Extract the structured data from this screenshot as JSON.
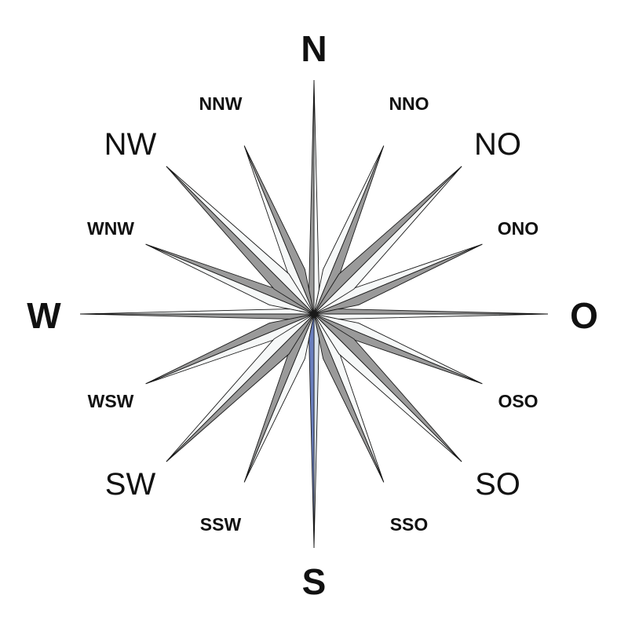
{
  "compass": {
    "north": "N",
    "south": "S",
    "west": "W",
    "east": "O",
    "northwest": "NW",
    "northeast": "NO",
    "southwest": "SW",
    "southeast": "SO",
    "north_northwest": "NNW",
    "north_northeast": "NNO",
    "west_northwest": "WNW",
    "east_northeast": "ONO",
    "west_southwest": "WSW",
    "east_southeast": "OSO",
    "south_southwest": "SSW",
    "south_southeast": "SSO"
  },
  "colors": {
    "dark_half": "#9a9a9a",
    "light_half": "#f6f8f8",
    "south_dark_half": "#6a7fbf",
    "south_light_half": "#dde6ef",
    "outline": "#1a1a1a"
  }
}
